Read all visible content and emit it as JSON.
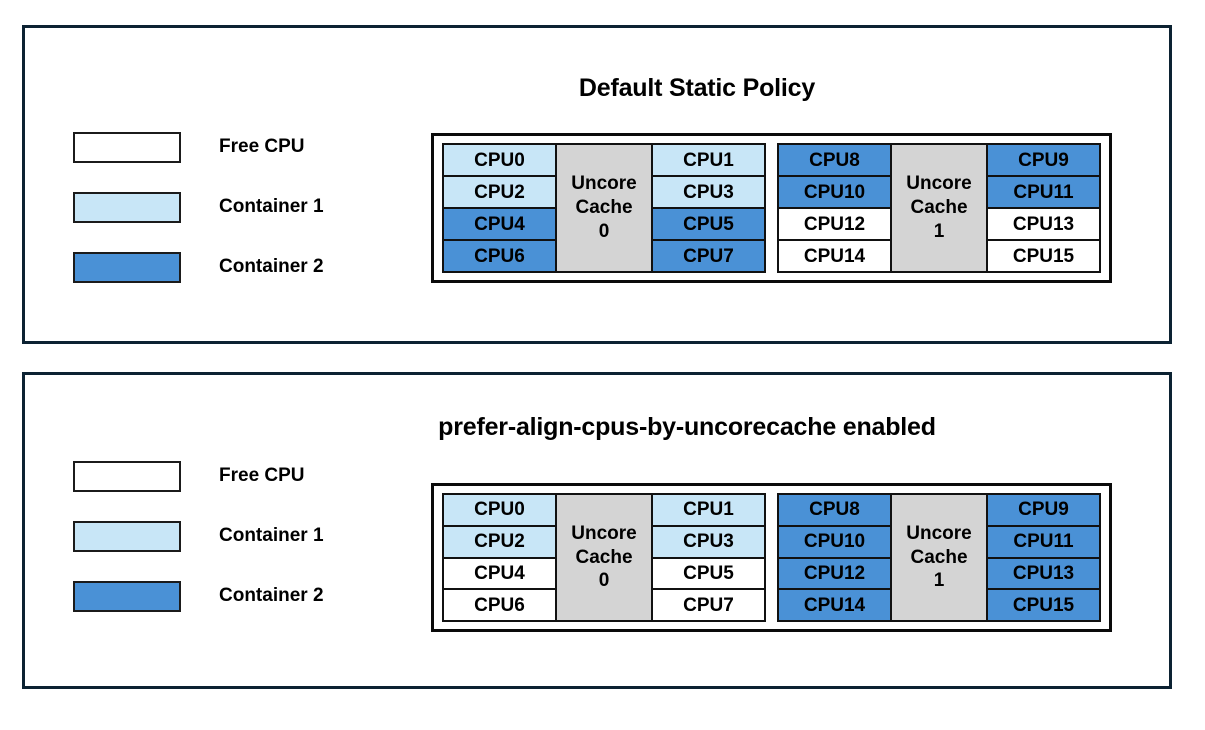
{
  "colors": {
    "free_cpu": "#ffffff",
    "container_1": "#c8e6f7",
    "container_2": "#4a91d6",
    "uncore_cache": "#d4d4d4",
    "panel_border": "#0c2232",
    "cell_border": "#111111"
  },
  "legend_template": [
    {
      "label": "Free CPU",
      "fill": "free"
    },
    {
      "label": "Container 1",
      "fill": "c1"
    },
    {
      "label": "Container 2",
      "fill": "c2"
    }
  ],
  "panels": [
    {
      "title": "Default Static Policy",
      "legend": [
        {
          "label": "Free CPU",
          "fill": "free"
        },
        {
          "label": "Container 1",
          "fill": "c1"
        },
        {
          "label": "Container 2",
          "fill": "c2"
        }
      ],
      "cache_groups": [
        {
          "cache_label_line1": "Uncore",
          "cache_label_line2": "Cache",
          "cache_label_line3": "0",
          "left_column": [
            {
              "label": "CPU0",
              "fill": "c1"
            },
            {
              "label": "CPU2",
              "fill": "c1"
            },
            {
              "label": "CPU4",
              "fill": "c2"
            },
            {
              "label": "CPU6",
              "fill": "c2"
            }
          ],
          "right_column": [
            {
              "label": "CPU1",
              "fill": "c1"
            },
            {
              "label": "CPU3",
              "fill": "c1"
            },
            {
              "label": "CPU5",
              "fill": "c2"
            },
            {
              "label": "CPU7",
              "fill": "c2"
            }
          ]
        },
        {
          "cache_label_line1": "Uncore",
          "cache_label_line2": "Cache",
          "cache_label_line3": "1",
          "left_column": [
            {
              "label": "CPU8",
              "fill": "c2"
            },
            {
              "label": "CPU10",
              "fill": "c2"
            },
            {
              "label": "CPU12",
              "fill": "free"
            },
            {
              "label": "CPU14",
              "fill": "free"
            }
          ],
          "right_column": [
            {
              "label": "CPU9",
              "fill": "c2"
            },
            {
              "label": "CPU11",
              "fill": "c2"
            },
            {
              "label": "CPU13",
              "fill": "free"
            },
            {
              "label": "CPU15",
              "fill": "free"
            }
          ]
        }
      ]
    },
    {
      "title": "prefer-align-cpus-by-uncorecache enabled",
      "legend": [
        {
          "label": "Free CPU",
          "fill": "free"
        },
        {
          "label": "Container 1",
          "fill": "c1"
        },
        {
          "label": "Container 2",
          "fill": "c2"
        }
      ],
      "cache_groups": [
        {
          "cache_label_line1": "Uncore",
          "cache_label_line2": "Cache",
          "cache_label_line3": "0",
          "left_column": [
            {
              "label": "CPU0",
              "fill": "c1"
            },
            {
              "label": "CPU2",
              "fill": "c1"
            },
            {
              "label": "CPU4",
              "fill": "free"
            },
            {
              "label": "CPU6",
              "fill": "free"
            }
          ],
          "right_column": [
            {
              "label": "CPU1",
              "fill": "c1"
            },
            {
              "label": "CPU3",
              "fill": "c1"
            },
            {
              "label": "CPU5",
              "fill": "free"
            },
            {
              "label": "CPU7",
              "fill": "free"
            }
          ]
        },
        {
          "cache_label_line1": "Uncore",
          "cache_label_line2": "Cache",
          "cache_label_line3": "1",
          "left_column": [
            {
              "label": "CPU8",
              "fill": "c2"
            },
            {
              "label": "CPU10",
              "fill": "c2"
            },
            {
              "label": "CPU12",
              "fill": "c2"
            },
            {
              "label": "CPU14",
              "fill": "c2"
            }
          ],
          "right_column": [
            {
              "label": "CPU9",
              "fill": "c2"
            },
            {
              "label": "CPU11",
              "fill": "c2"
            },
            {
              "label": "CPU13",
              "fill": "c2"
            },
            {
              "label": "CPU15",
              "fill": "c2"
            }
          ]
        }
      ]
    }
  ]
}
